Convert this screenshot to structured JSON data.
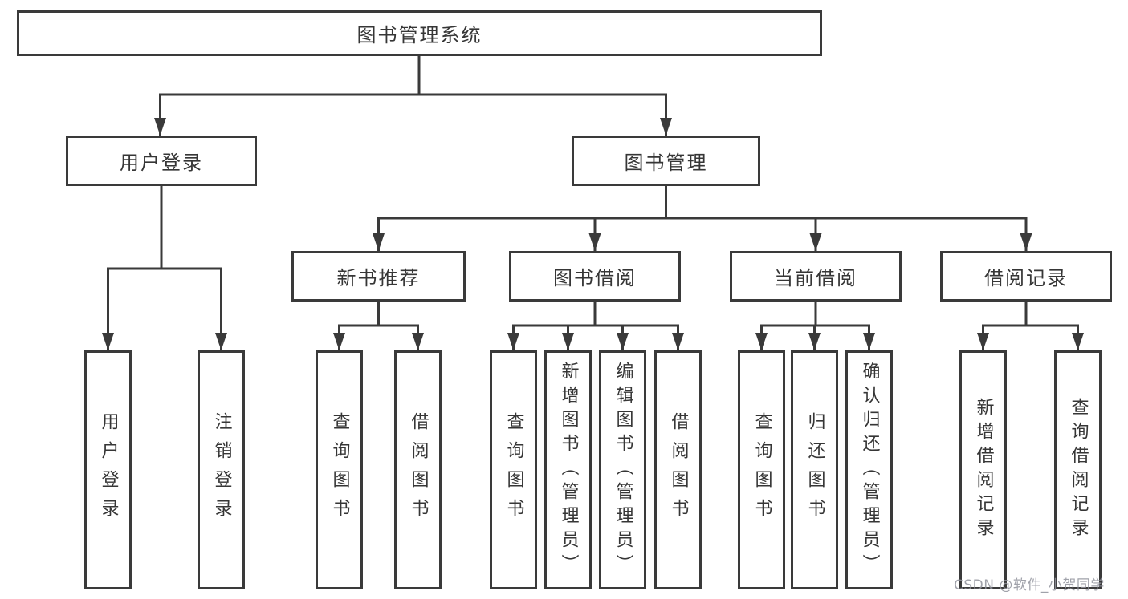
{
  "diagram": {
    "type": "hierarchy-tree",
    "nodes": {
      "root": "图书管理系统",
      "user_login": "用户登录",
      "book_mgmt": "图书管理",
      "new_book": "新书推荐",
      "book_borrow": "图书借阅",
      "current_borrow": "当前借阅",
      "borrow_record": "借阅记录"
    },
    "leaves": {
      "user_login": [
        "用户登录",
        "注销登录"
      ],
      "new_book": [
        "查询图书",
        "借阅图书"
      ],
      "book_borrow": [
        "查询图书",
        "新增图书（管理员）",
        "编辑图书（管理员）",
        "借阅图书"
      ],
      "current_borrow": [
        "查询图书",
        "归还图书",
        "确认归还（管理员）"
      ],
      "borrow_record": [
        "新增借阅记录",
        "查询借阅记录"
      ]
    },
    "colors": {
      "line": "#3a3a3a",
      "text": "#363636",
      "box_fill": "#ffffff",
      "watermark": "#90929c"
    }
  },
  "watermark": {
    "text": "CSDN @软件_小贺同学"
  }
}
